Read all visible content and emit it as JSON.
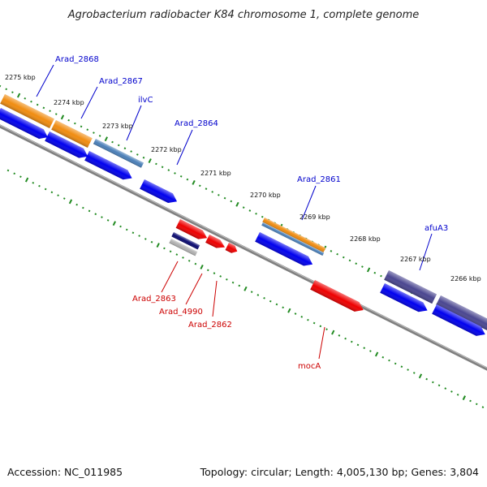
{
  "title": "Agrobacterium radiobacter K84 chromosome 1, complete genome",
  "footer": {
    "accession": "Accession: NC_011985",
    "summary": "Topology: circular; Length: 4,005,130 bp; Genes: 3,804"
  },
  "colors": {
    "backbone": "#808080",
    "tick": "#228b22",
    "forward_label": "#0000cc",
    "reverse_label": "#cc0000",
    "cds_forward": "#0000ee",
    "cds_reverse": "#ee0000",
    "gene_orange": "#f08c10",
    "gene_steel": "#4a7fb8",
    "gene_navy": "#0a0a70",
    "gene_purple": "#4a4690",
    "gene_gray": "#b0b0b0"
  },
  "kbp_labels": [
    "2275 kbp",
    "2274 kbp",
    "2273 kbp",
    "2272 kbp",
    "2271 kbp",
    "2270 kbp",
    "2269 kbp",
    "2268 kbp",
    "2267 kbp",
    "2266 kbp"
  ],
  "gene_labels": {
    "forward": [
      "Arad_2868",
      "Arad_2867",
      "ilvC",
      "Arad_2864",
      "Arad_2861",
      "afuA3"
    ],
    "reverse": [
      "Arad_2863",
      "Arad_4990",
      "Arad_2862",
      "mocA"
    ]
  }
}
